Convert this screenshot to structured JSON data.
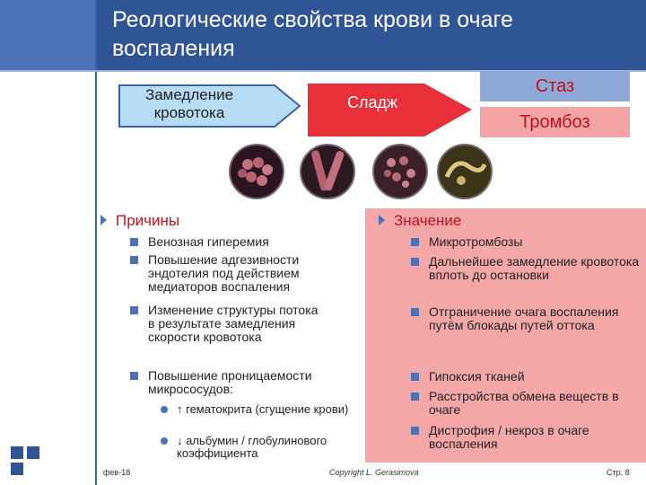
{
  "title": "Реологические свойства крови в очаге воспаления",
  "flow": {
    "slowdown": "Замедление кровотока",
    "sludge": "Сладж",
    "stasis": "Стаз",
    "thrombosis": "Тромбоз"
  },
  "causes": {
    "heading": "Причины",
    "items": [
      "Венозная гиперемия",
      "Повышение адгезивности эндотелия под действием медиаторов воспаления",
      "Изменение структуры потока в результате замедления скорости кровотока",
      "Повышение проницаемости микрососудов:"
    ],
    "subitems": [
      "↑ гематокрита (сгущение крови)",
      "↓ альбумин / глобулинового коэффициента"
    ]
  },
  "significance": {
    "heading": "Значение",
    "items": [
      "Микротромбозы",
      "Дальнейшее замедление кровотока вплоть до остановки",
      "Отграничение очага воспаления путём блокады путей оттока",
      "Гипоксия тканей",
      "Расстройства обмена веществ в очаге",
      "Дистрофия / некроз в очаге воспаления"
    ]
  },
  "footer": {
    "date": "фев-18",
    "copyright": "Copyright L. Gerasimova",
    "page": "Стр. 8"
  },
  "colors": {
    "header": "#2f5597",
    "accent_red": "#c0121e",
    "arrow_light": "#b7dcf5",
    "arrow_red": "#e8303a",
    "stasis_box": "#8ea9d8",
    "thrombosis_box": "#f4a4a4",
    "panel_pink": "#f4a7a7"
  }
}
